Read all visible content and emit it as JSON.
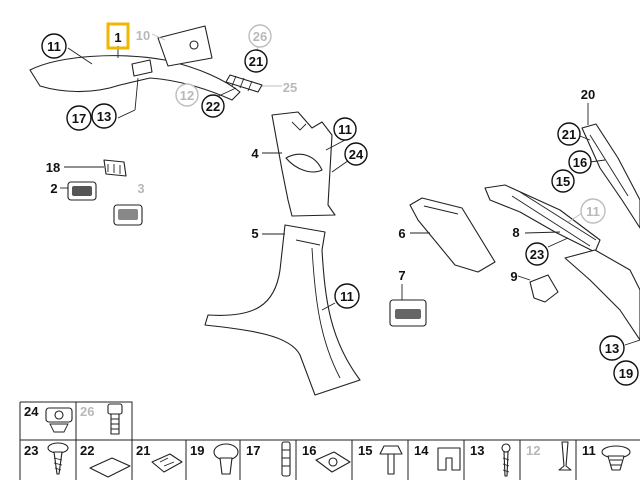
{
  "highlighted_callout": "1",
  "callouts": {
    "c1": "1",
    "c10": "10",
    "c11_top": "11",
    "c26": "26",
    "c21_top": "21",
    "c25": "25",
    "c12_top": "12",
    "c22": "22",
    "c17": "17",
    "c13_top": "13",
    "c18": "18",
    "c2": "2",
    "c3": "3",
    "c4": "4",
    "c11_mid": "11",
    "c24": "24",
    "c5": "5",
    "c11_low": "11",
    "c7": "7",
    "c6": "6",
    "c8": "8",
    "c23": "23",
    "c9": "9",
    "c11_right": "11",
    "c20": "20",
    "c21_right": "21",
    "c16": "16",
    "c15": "15",
    "c13_right": "13",
    "c19": "19"
  },
  "legend_table": {
    "row1": [
      "24",
      "26"
    ],
    "row2": [
      "23",
      "22",
      "21",
      "19",
      "17",
      "16",
      "15",
      "14",
      "13",
      "12",
      "11"
    ]
  }
}
